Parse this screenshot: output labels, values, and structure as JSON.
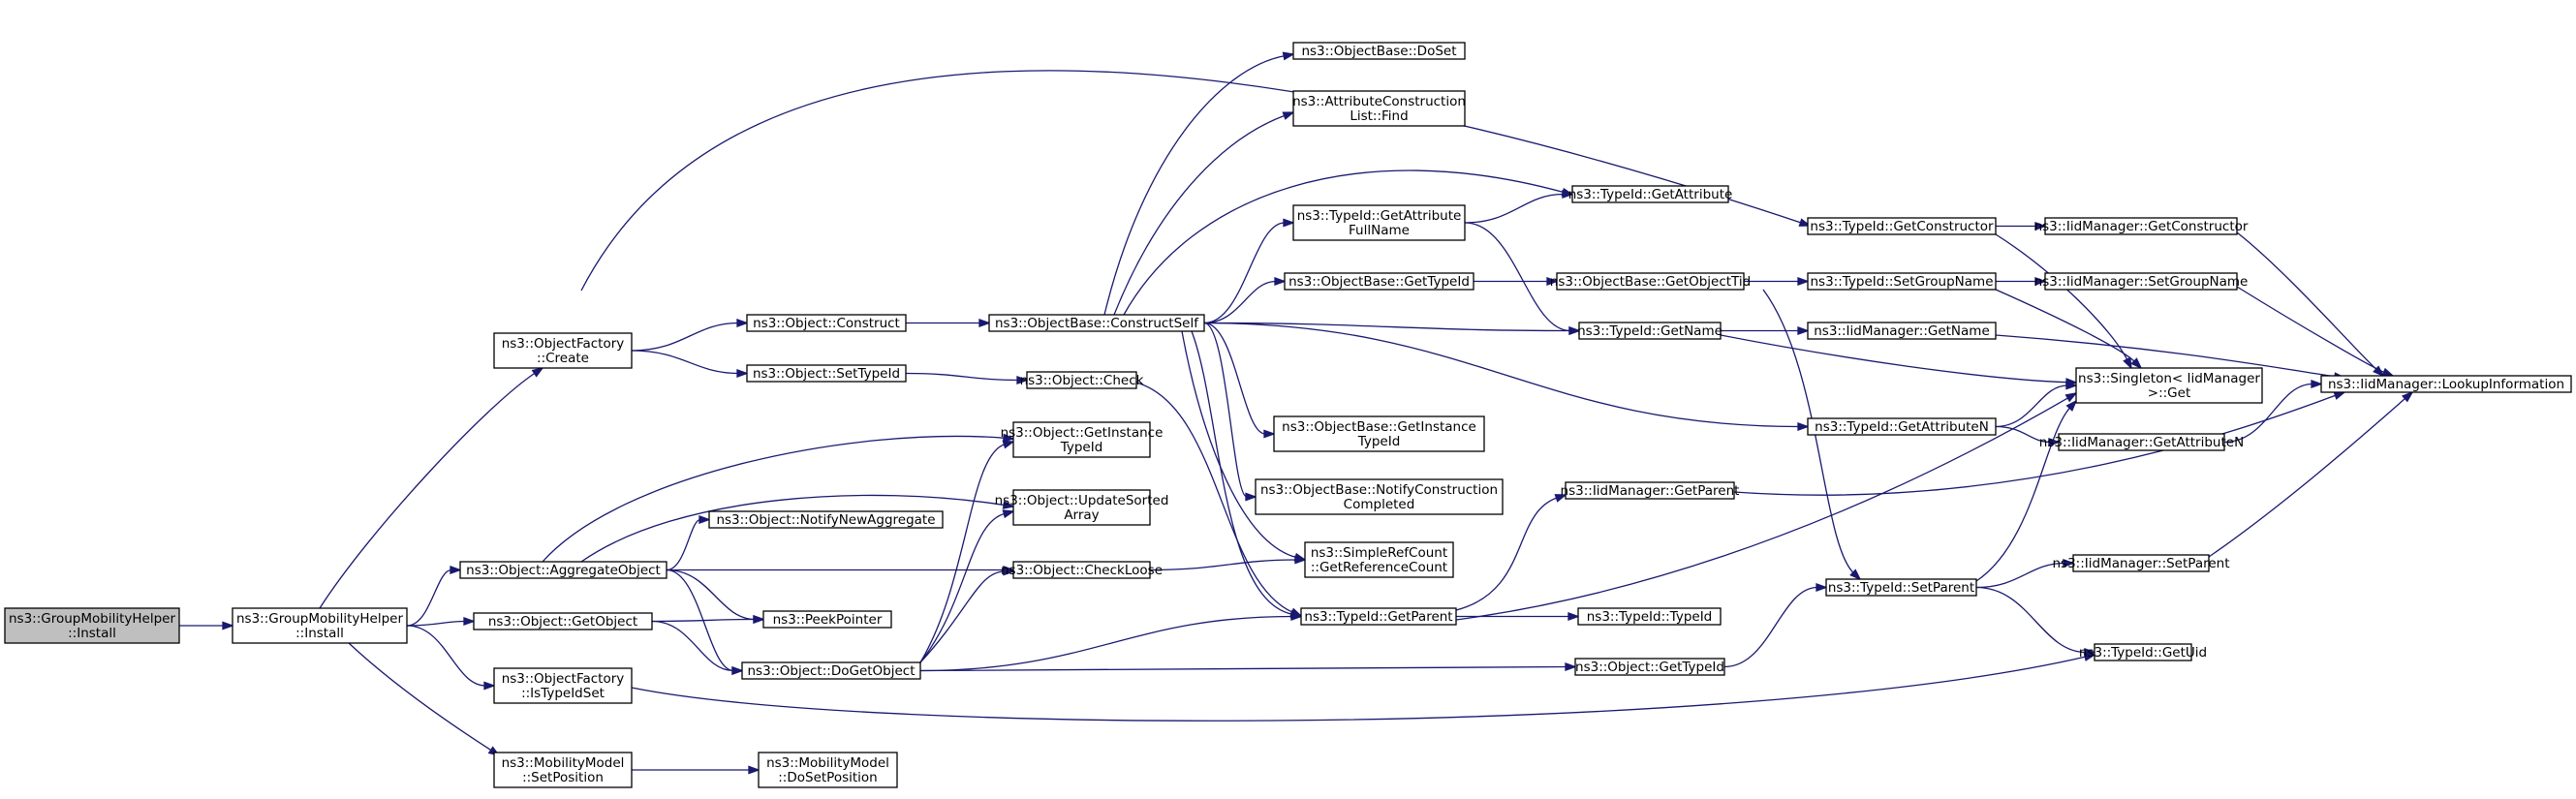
{
  "nodes": {
    "n_root": [
      "ns3::GroupMobilityHelper",
      "::Install"
    ],
    "n_install": [
      "ns3::GroupMobilityHelper",
      "::Install"
    ],
    "n_create": [
      "ns3::ObjectFactory",
      "::Create"
    ],
    "n_aggregate": [
      "ns3::Object::AggregateObject"
    ],
    "n_getobject": [
      "ns3::Object::GetObject"
    ],
    "n_istypeidset": [
      "ns3::ObjectFactory",
      "::IsTypeIdSet"
    ],
    "n_setposition": [
      "ns3::MobilityModel",
      "::SetPosition"
    ],
    "n_construct": [
      "ns3::Object::Construct"
    ],
    "n_settypeid": [
      "ns3::Object::SetTypeId"
    ],
    "n_getinstancetypeid": [
      "ns3::Object::GetInstance",
      "TypeId"
    ],
    "n_updatesorted": [
      "ns3::Object::UpdateSorted",
      "Array"
    ],
    "n_notifynewagg": [
      "ns3::Object::NotifyNewAggregate"
    ],
    "n_checkloose": [
      "ns3::Object::CheckLoose"
    ],
    "n_peekpointer": [
      "ns3::PeekPointer"
    ],
    "n_dogetobject": [
      "ns3::Object::DoGetObject"
    ],
    "n_dosetposition": [
      "ns3::MobilityModel",
      "::DoSetPosition"
    ],
    "n_constructself": [
      "ns3::ObjectBase::ConstructSelf"
    ],
    "n_check": [
      "ns3::Object::Check"
    ],
    "n_doset": [
      "ns3::ObjectBase::DoSet"
    ],
    "n_attrconstfind": [
      "ns3::AttributeConstruction",
      "List::Find"
    ],
    "n_getattrfullname": [
      "ns3::TypeId::GetAttribute",
      "FullName"
    ],
    "n_objbasegettypeid": [
      "ns3::ObjectBase::GetTypeId"
    ],
    "n_objbasegetinstance": [
      "ns3::ObjectBase::GetInstance",
      "TypeId"
    ],
    "n_notifyconstruction": [
      "ns3::ObjectBase::NotifyConstruction",
      "Completed"
    ],
    "n_getrefcount": [
      "ns3::SimpleRefCount",
      "::GetReferenceCount"
    ],
    "n_tid_getparent": [
      "ns3::TypeId::GetParent"
    ],
    "n_tid_getattribute": [
      "ns3::TypeId::GetAttribute"
    ],
    "n_getobjecttid": [
      "ns3::ObjectBase::GetObjectTid"
    ],
    "n_tid_getname": [
      "ns3::TypeId::GetName"
    ],
    "n_iid_getparent": [
      "ns3::IidManager::GetParent"
    ],
    "n_tid_typeid": [
      "ns3::TypeId::TypeId"
    ],
    "n_obj_gettypeid": [
      "ns3::Object::GetTypeId"
    ],
    "n_tid_getconstructor": [
      "ns3::TypeId::GetConstructor"
    ],
    "n_tid_setgroupname": [
      "ns3::TypeId::SetGroupName"
    ],
    "n_iid_getname": [
      "ns3::IidManager::GetName"
    ],
    "n_tid_getattributen": [
      "ns3::TypeId::GetAttributeN"
    ],
    "n_tid_setparent": [
      "ns3::TypeId::SetParent"
    ],
    "n_iid_getconstructor": [
      "ns3::IidManager::GetConstructor"
    ],
    "n_iid_setgroupname": [
      "ns3::IidManager::SetGroupName"
    ],
    "n_singleton_get": [
      "ns3::Singleton< IidManager",
      " >::Get"
    ],
    "n_iid_getattributen": [
      "ns3::IidManager::GetAttributeN"
    ],
    "n_iid_setparent": [
      "ns3::IidManager::SetParent"
    ],
    "n_tid_getuid": [
      "ns3::TypeId::GetUid"
    ],
    "n_iid_lookup": [
      "ns3::IidManager::LookupInformation"
    ]
  },
  "edges": [
    [
      "n_root",
      "n_install"
    ],
    [
      "n_install",
      "n_create"
    ],
    [
      "n_install",
      "n_aggregate"
    ],
    [
      "n_install",
      "n_getobject"
    ],
    [
      "n_install",
      "n_istypeidset"
    ],
    [
      "n_install",
      "n_setposition"
    ],
    [
      "n_create",
      "n_construct"
    ],
    [
      "n_create",
      "n_settypeid"
    ],
    [
      "n_create",
      "n_tid_getconstructor"
    ],
    [
      "n_aggregate",
      "n_getinstancetypeid"
    ],
    [
      "n_aggregate",
      "n_updatesorted"
    ],
    [
      "n_aggregate",
      "n_notifynewagg"
    ],
    [
      "n_aggregate",
      "n_checkloose"
    ],
    [
      "n_aggregate",
      "n_peekpointer"
    ],
    [
      "n_aggregate",
      "n_dogetobject"
    ],
    [
      "n_getobject",
      "n_peekpointer"
    ],
    [
      "n_getobject",
      "n_dogetobject"
    ],
    [
      "n_istypeidset",
      "n_tid_getuid"
    ],
    [
      "n_setposition",
      "n_dosetposition"
    ],
    [
      "n_construct",
      "n_constructself"
    ],
    [
      "n_settypeid",
      "n_check"
    ],
    [
      "n_check",
      "n_tid_getparent"
    ],
    [
      "n_checkloose",
      "n_getrefcount"
    ],
    [
      "n_dogetobject",
      "n_getinstancetypeid"
    ],
    [
      "n_dogetobject",
      "n_updatesorted"
    ],
    [
      "n_dogetobject",
      "n_checkloose"
    ],
    [
      "n_dogetobject",
      "n_tid_getparent"
    ],
    [
      "n_dogetobject",
      "n_obj_gettypeid"
    ],
    [
      "n_constructself",
      "n_doset"
    ],
    [
      "n_constructself",
      "n_attrconstfind"
    ],
    [
      "n_constructself",
      "n_tid_getattribute"
    ],
    [
      "n_constructself",
      "n_getattrfullname"
    ],
    [
      "n_constructself",
      "n_objbasegettypeid"
    ],
    [
      "n_constructself",
      "n_tid_getname"
    ],
    [
      "n_constructself",
      "n_tid_getattributen"
    ],
    [
      "n_constructself",
      "n_objbasegetinstance"
    ],
    [
      "n_constructself",
      "n_notifyconstruction"
    ],
    [
      "n_constructself",
      "n_getrefcount"
    ],
    [
      "n_constructself",
      "n_tid_getparent"
    ],
    [
      "n_getattrfullname",
      "n_tid_getattribute"
    ],
    [
      "n_getattrfullname",
      "n_tid_getname"
    ],
    [
      "n_objbasegettypeid",
      "n_getobjecttid"
    ],
    [
      "n_getobjecttid",
      "n_tid_setgroupname"
    ],
    [
      "n_getobjecttid",
      "n_tid_setparent"
    ],
    [
      "n_tid_getparent",
      "n_iid_getparent"
    ],
    [
      "n_tid_getparent",
      "n_tid_typeid"
    ],
    [
      "n_tid_getparent",
      "n_singleton_get"
    ],
    [
      "n_obj_gettypeid",
      "n_tid_setparent"
    ],
    [
      "n_tid_getconstructor",
      "n_iid_getconstructor"
    ],
    [
      "n_tid_getconstructor",
      "n_singleton_get"
    ],
    [
      "n_tid_setgroupname",
      "n_iid_setgroupname"
    ],
    [
      "n_tid_setgroupname",
      "n_singleton_get"
    ],
    [
      "n_tid_getname",
      "n_iid_getname"
    ],
    [
      "n_tid_getname",
      "n_singleton_get"
    ],
    [
      "n_tid_getattributen",
      "n_singleton_get"
    ],
    [
      "n_tid_getattributen",
      "n_iid_getattributen"
    ],
    [
      "n_tid_setparent",
      "n_singleton_get"
    ],
    [
      "n_tid_setparent",
      "n_iid_setparent"
    ],
    [
      "n_tid_setparent",
      "n_tid_getuid"
    ],
    [
      "n_iid_getparent",
      "n_iid_lookup"
    ],
    [
      "n_iid_getconstructor",
      "n_iid_lookup"
    ],
    [
      "n_iid_setgroupname",
      "n_iid_lookup"
    ],
    [
      "n_iid_getname",
      "n_iid_lookup"
    ],
    [
      "n_iid_getattributen",
      "n_iid_lookup"
    ],
    [
      "n_iid_setparent",
      "n_iid_lookup"
    ]
  ]
}
